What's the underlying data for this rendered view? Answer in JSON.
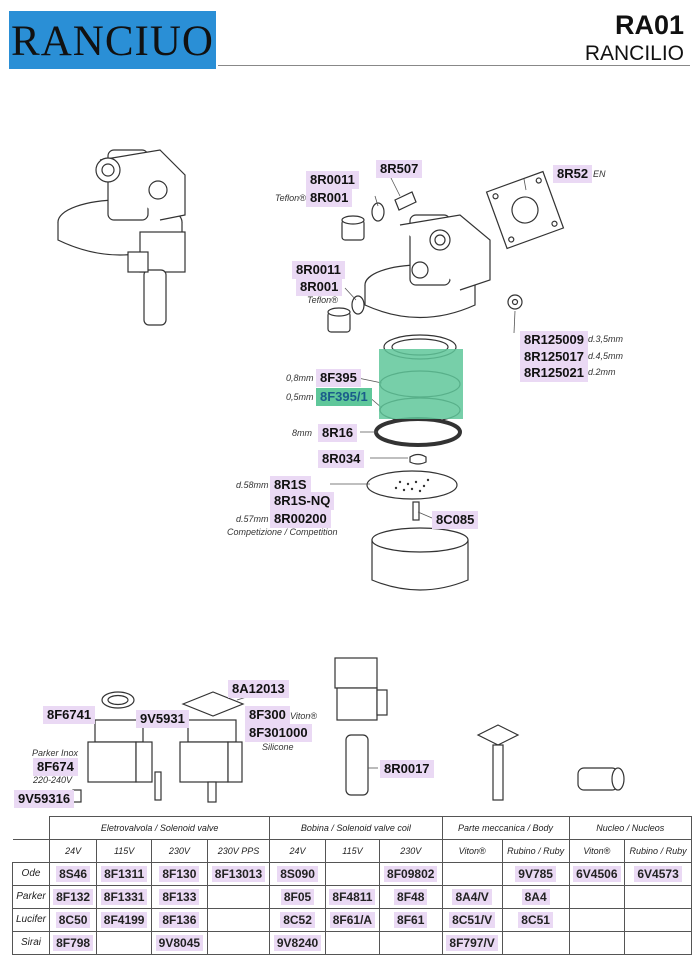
{
  "header": {
    "logo": "RANCIUO",
    "model": "RA01",
    "brand": "RANCILIO"
  },
  "group_parts": [
    {
      "code": "8R0011",
      "name": "part-8r0011-a"
    },
    {
      "code": "8R001",
      "name": "part-8r001-a"
    },
    {
      "code": "8R507",
      "name": "part-8r507"
    },
    {
      "code": "8R52",
      "name": "part-8r52"
    },
    {
      "code": "8R0011",
      "name": "part-8r0011-b"
    },
    {
      "code": "8R001",
      "name": "part-8r001-b"
    },
    {
      "code": "8R125009",
      "name": "part-8r125009"
    },
    {
      "code": "8R125017",
      "name": "part-8r125017"
    },
    {
      "code": "8R125021",
      "name": "part-8r125021"
    },
    {
      "code": "8F395",
      "name": "part-8f395"
    },
    {
      "code": "8F395/1",
      "name": "part-8f395-1"
    },
    {
      "code": "8R16",
      "name": "part-8r16"
    },
    {
      "code": "8R034",
      "name": "part-8r034"
    },
    {
      "code": "8R1S",
      "name": "part-8r1s"
    },
    {
      "code": "8R1S-NQ",
      "name": "part-8r1s-nq"
    },
    {
      "code": "8R00200",
      "name": "part-8r00200"
    },
    {
      "code": "8C085",
      "name": "part-8c085"
    }
  ],
  "notes": {
    "teflon_a": "Teflon®",
    "teflon_b": "Teflon®",
    "en": "EN",
    "d35": "d.3,5mm",
    "d45": "d.4,5mm",
    "d2": "d.2mm",
    "mm08": "0,8mm",
    "mm05": "0,5mm",
    "mm8": "8mm",
    "d58": "d.58mm",
    "d57": "d.57mm",
    "competizione": "Competizione / Competition",
    "viton": "Viton®",
    "silicone": "Silicone",
    "parker_inox": "Parker Inox",
    "v220": "220-240V"
  },
  "valve_parts": [
    {
      "code": "8A12013",
      "name": "part-8a12013"
    },
    {
      "code": "8F6741",
      "name": "part-8f6741"
    },
    {
      "code": "9V5931",
      "name": "part-9v5931"
    },
    {
      "code": "8F300",
      "name": "part-8f300"
    },
    {
      "code": "8F301000",
      "name": "part-8f301000"
    },
    {
      "code": "8F674",
      "name": "part-8f674"
    },
    {
      "code": "9V59316",
      "name": "part-9v59316"
    },
    {
      "code": "8R0017",
      "name": "part-8r0017"
    }
  ],
  "table": {
    "groups": [
      "Eletrovalvola / Solenoid valve",
      "Bobina / Solenoid valve coil",
      "Parte meccanica / Body",
      "Nucleo / Nucleos"
    ],
    "subheaders": [
      "24V",
      "115V",
      "230V",
      "230V PPS",
      "24V",
      "115V",
      "230V",
      "Viton®",
      "Rubino / Ruby",
      "Viton®",
      "Rubino / Ruby"
    ],
    "rows": [
      {
        "brand": "Ode",
        "cells": [
          "8S46",
          "8F1311",
          "8F130",
          "8F13013",
          "8S090",
          "",
          "8F09802",
          "",
          "9V785",
          "6V4506",
          "6V4573"
        ]
      },
      {
        "brand": "Parker",
        "cells": [
          "8F132",
          "8F1331",
          "8F133",
          "",
          "8F05",
          "8F4811",
          "8F48",
          "8A4/V",
          "8A4",
          "",
          ""
        ]
      },
      {
        "brand": "Lucifer",
        "cells": [
          "8C50",
          "8F4199",
          "8F136",
          "",
          "8C52",
          "8F61/A",
          "8F61",
          "8C51/V",
          "8C51",
          "",
          ""
        ]
      },
      {
        "brand": "Sirai",
        "cells": [
          "8F798",
          "",
          "9V8045",
          "",
          "9V8240",
          "",
          "",
          "8F797/V",
          "",
          "",
          ""
        ]
      }
    ]
  },
  "colors": {
    "logo_bg": "#2a8fd6",
    "label_bg": "#ead9f4",
    "highlight": "#5fc79a"
  }
}
